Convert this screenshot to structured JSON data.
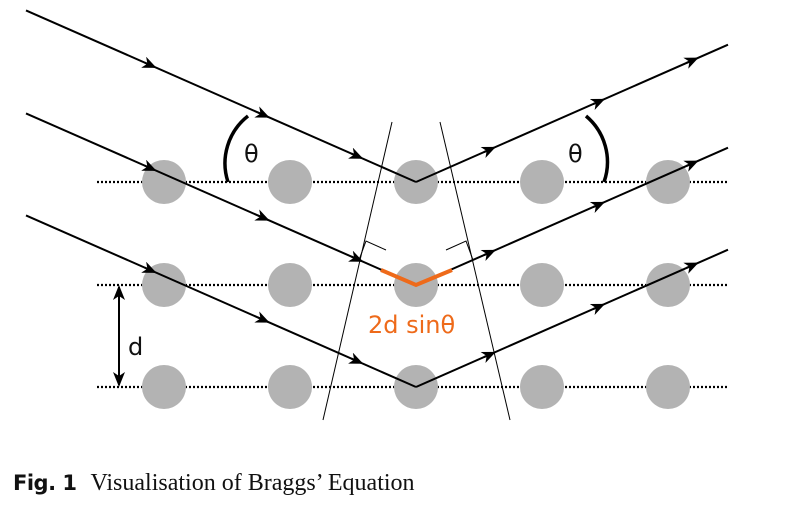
{
  "figure": {
    "labels": {
      "theta_left": "θ",
      "theta_right": "θ",
      "spacing": "d",
      "path_difference": "2d sinθ"
    },
    "lattice": {
      "rows": 3,
      "columns": 5,
      "atom_color": "#b3b3b3"
    },
    "incident_rays": 3,
    "reflected_rays": 3,
    "highlight_color": "#ee6a1a"
  },
  "caption": {
    "label": "Fig. 1",
    "text": "Visualisation of Braggs’ Equation"
  }
}
